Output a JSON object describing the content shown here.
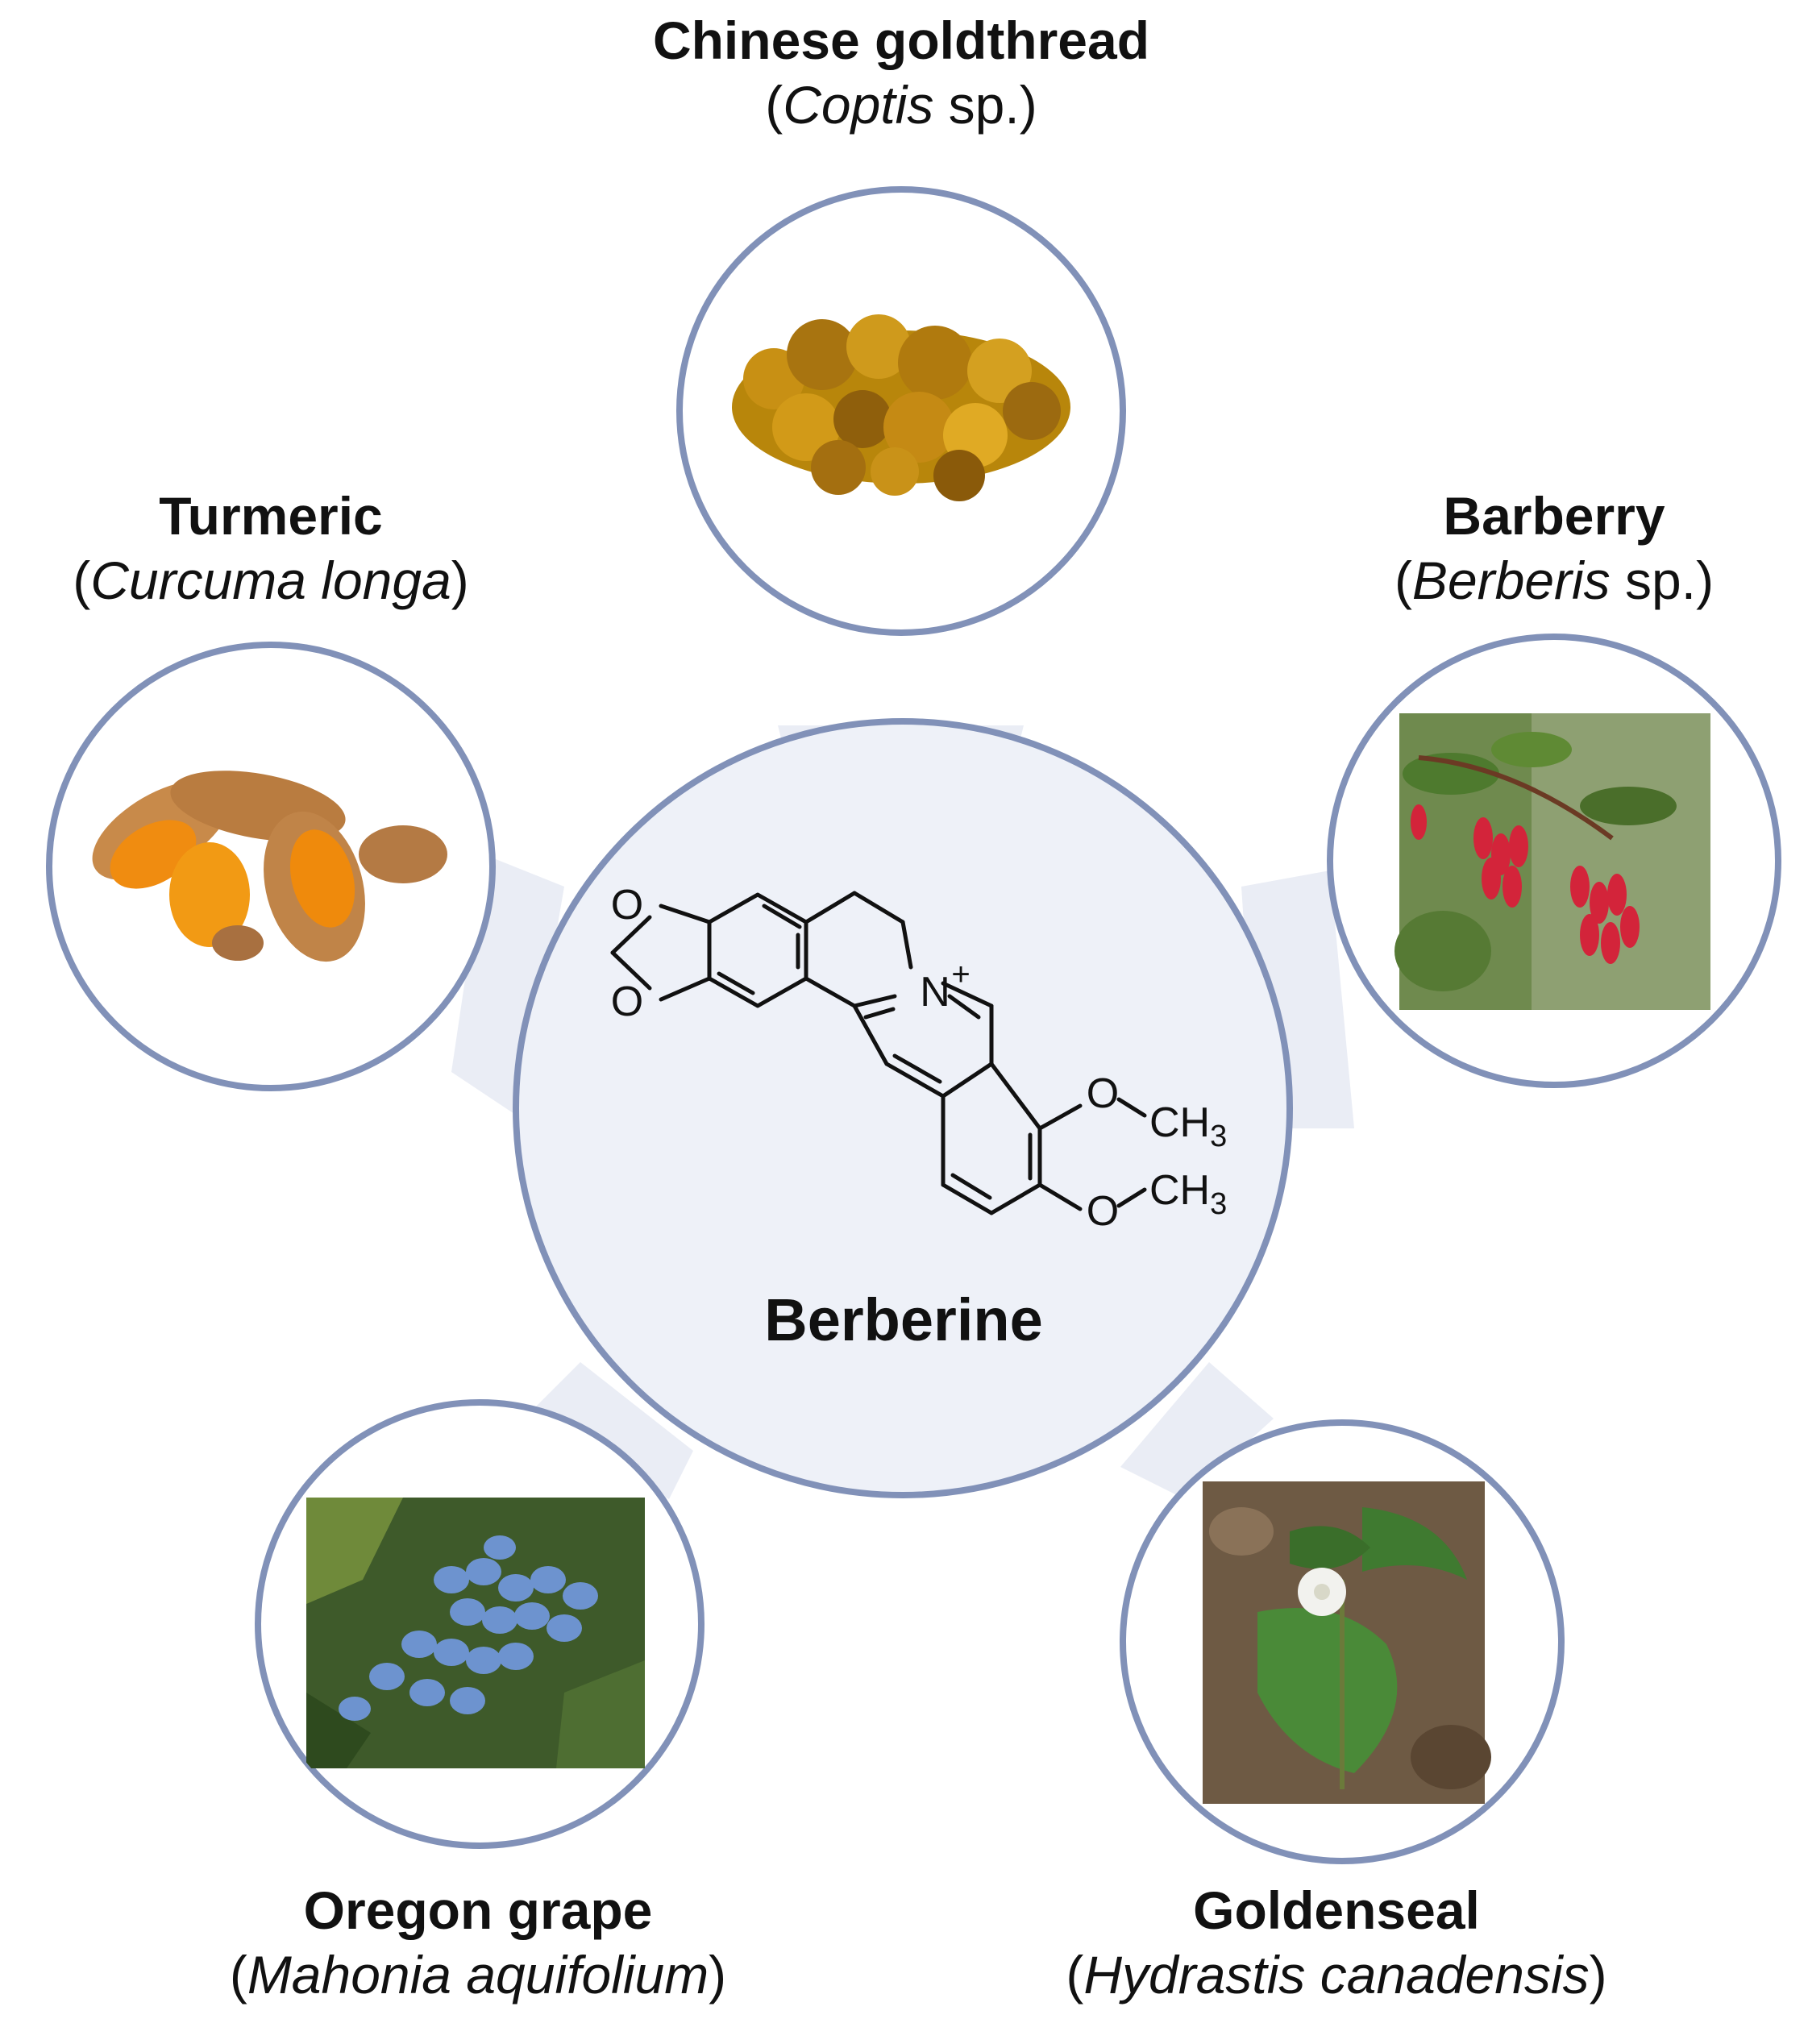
{
  "center": {
    "label": "Berberine"
  },
  "molecule": {
    "atoms": {
      "o_top": "O",
      "o_bottom": "O",
      "n": "N",
      "n_charge": "+",
      "o_methoxy1": "O",
      "o_methoxy2": "O",
      "ch": "CH",
      "sub": "3"
    }
  },
  "sources": [
    {
      "id": "chinese-goldthread",
      "common": "Chinese goldthread",
      "open": "(",
      "sci": "Coptis",
      "suffix": " sp.",
      "close": ")"
    },
    {
      "id": "turmeric",
      "common": "Turmeric",
      "open": "(",
      "sci": "Curcuma longa",
      "suffix": "",
      "close": ")"
    },
    {
      "id": "barberry",
      "common": "Barberry",
      "open": "(",
      "sci": "Berberis",
      "suffix": " sp.",
      "close": ")"
    },
    {
      "id": "oregon-grape",
      "common": "Oregon grape",
      "open": "(",
      "sci": "Mahonia aquifolium",
      "suffix": "",
      "close": ")"
    },
    {
      "id": "goldenseal",
      "common": "Goldenseal",
      "open": "(",
      "sci": "Hydrastis canadensis",
      "suffix": "",
      "close": ")"
    }
  ],
  "colors": {
    "ring": "#8191b8",
    "fill": "#eef1f8",
    "connector": "#e9ecf4",
    "text": "#111111"
  }
}
